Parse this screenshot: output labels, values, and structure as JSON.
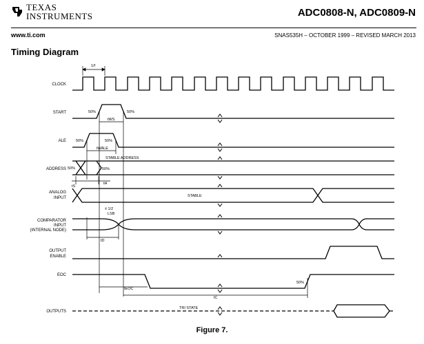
{
  "header": {
    "logo_line1": "Texas",
    "logo_line2": "Instruments",
    "part_title": "ADC0808-N, ADC0809-N",
    "url": "www.ti.com",
    "doc_info": "SNAS535H – OCTOBER 1999 – REVISED MARCH 2013"
  },
  "section_title": "Timing Diagram",
  "diagram": {
    "signals": {
      "clock": "CLOCK",
      "start": "START",
      "ale": "ALE",
      "address": "ADDRESS",
      "analog_line1": "ANALOG",
      "analog_line2": "INPUT",
      "comp_line1": "COMPARATOR",
      "comp_line2": "INPUT",
      "comp_line3": "(INTERNAL NODE)",
      "output_enable_line1": "OUTPUT",
      "output_enable_line2": "ENABLE",
      "eoc": "EOC",
      "outputs": "OUTPUTS"
    },
    "annotations": {
      "period": "1/f",
      "fifty": "50%",
      "tws": "tWS",
      "twale": "tWALE",
      "stable_address": "STABLE ADDRESS",
      "ts": "tS",
      "th": "tH",
      "stable": "STABLE",
      "half_lsb_line1": "± 1/2",
      "half_lsb_line2": "LSB",
      "td": "tD",
      "teoc": "tEOC",
      "tc": "tC",
      "tri_state": "TRI STATE"
    }
  },
  "caption": "Figure 7."
}
